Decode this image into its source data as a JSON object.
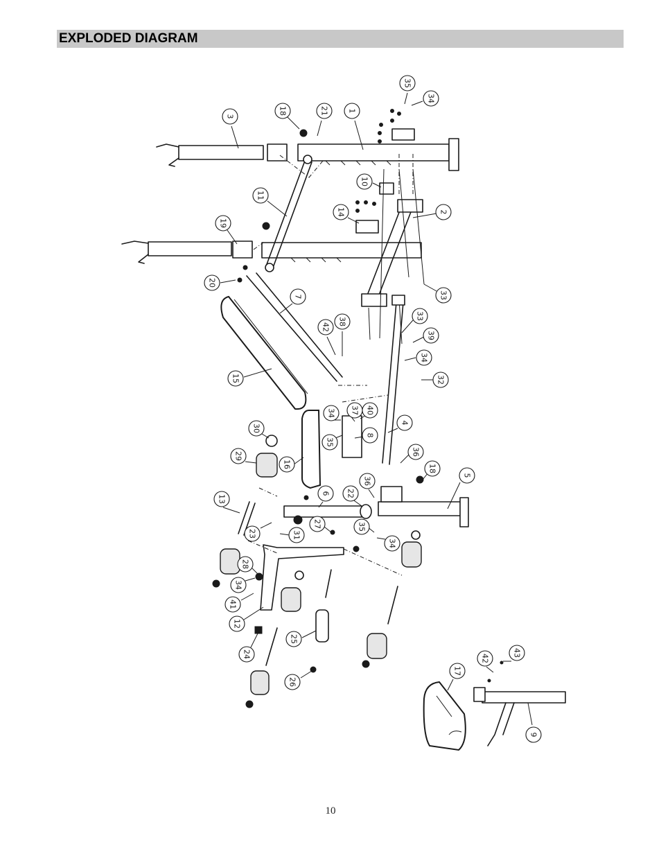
{
  "header": {
    "title": "EXPLODED DIAGRAM"
  },
  "footer": {
    "page_number": "10"
  },
  "callouts": [
    {
      "id": "c1",
      "label": "1"
    },
    {
      "id": "c2",
      "label": "2"
    },
    {
      "id": "c3",
      "label": "3"
    },
    {
      "id": "c4",
      "label": "4"
    },
    {
      "id": "c5",
      "label": "5"
    },
    {
      "id": "c6",
      "label": "6"
    },
    {
      "id": "c7",
      "label": "7"
    },
    {
      "id": "c8",
      "label": "8"
    },
    {
      "id": "c9",
      "label": "9"
    },
    {
      "id": "c10",
      "label": "10"
    },
    {
      "id": "c11",
      "label": "11"
    },
    {
      "id": "c12",
      "label": "12"
    },
    {
      "id": "c13",
      "label": "13"
    },
    {
      "id": "c14",
      "label": "14"
    },
    {
      "id": "c15",
      "label": "15"
    },
    {
      "id": "c16",
      "label": "16"
    },
    {
      "id": "c17",
      "label": "17"
    },
    {
      "id": "c18a",
      "label": "18"
    },
    {
      "id": "c18b",
      "label": "18"
    },
    {
      "id": "c19",
      "label": "19"
    },
    {
      "id": "c20",
      "label": "20"
    },
    {
      "id": "c21",
      "label": "21"
    },
    {
      "id": "c22",
      "label": "22"
    },
    {
      "id": "c23",
      "label": "23"
    },
    {
      "id": "c24",
      "label": "24"
    },
    {
      "id": "c25",
      "label": "25"
    },
    {
      "id": "c26",
      "label": "26"
    },
    {
      "id": "c27",
      "label": "27"
    },
    {
      "id": "c28",
      "label": "28"
    },
    {
      "id": "c29",
      "label": "29"
    },
    {
      "id": "c30",
      "label": "30"
    },
    {
      "id": "c31",
      "label": "31"
    },
    {
      "id": "c32",
      "label": "32"
    },
    {
      "id": "c33a",
      "label": "33"
    },
    {
      "id": "c33b",
      "label": "33"
    },
    {
      "id": "c34a",
      "label": "34"
    },
    {
      "id": "c34b",
      "label": "34"
    },
    {
      "id": "c34c",
      "label": "34"
    },
    {
      "id": "c34d",
      "label": "34"
    },
    {
      "id": "c34e",
      "label": "34"
    },
    {
      "id": "c35a",
      "label": "35"
    },
    {
      "id": "c35b",
      "label": "35"
    },
    {
      "id": "c35c",
      "label": "35"
    },
    {
      "id": "c36a",
      "label": "36"
    },
    {
      "id": "c36b",
      "label": "36"
    },
    {
      "id": "c37",
      "label": "37"
    },
    {
      "id": "c38",
      "label": "38"
    },
    {
      "id": "c39",
      "label": "39"
    },
    {
      "id": "c40",
      "label": "40"
    },
    {
      "id": "c41",
      "label": "41"
    },
    {
      "id": "c42a",
      "label": "42"
    },
    {
      "id": "c42b",
      "label": "42"
    },
    {
      "id": "c43",
      "label": "43"
    }
  ]
}
